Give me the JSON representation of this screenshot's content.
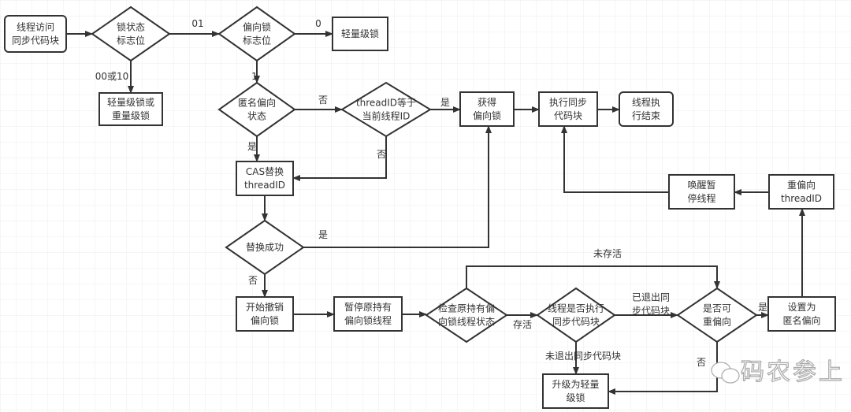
{
  "nodes": {
    "start": [
      "线程访问",
      "同步代码块"
    ],
    "lock_flag": [
      "锁状态",
      "标志位"
    ],
    "bias_flag": [
      "偏向锁",
      "标志位"
    ],
    "lightweight": [
      "轻量级锁"
    ],
    "light_or_heavy": [
      "轻量级锁或",
      "重量级锁"
    ],
    "anon_bias": [
      "匿名偏向",
      "状态"
    ],
    "thread_eq": [
      "threadID等于",
      "当前线程ID"
    ],
    "acquire_bias": [
      "获得",
      "偏向锁"
    ],
    "exec_sync": [
      "执行同步",
      "代码块"
    ],
    "thread_end": [
      "线程执",
      "行结束"
    ],
    "cas_replace": [
      "CAS替换",
      "threadID"
    ],
    "replace_ok": [
      "替换成功"
    ],
    "revoke": [
      "开始撤销",
      "偏向锁"
    ],
    "pause_owner": [
      "暂停原持有",
      "偏向锁线程"
    ],
    "check_owner": [
      "检查原持有偏",
      "向锁线程状态"
    ],
    "in_sync": [
      "线程是否执行",
      "同步代码块"
    ],
    "rebias_ok": [
      "是否可",
      "重偏向"
    ],
    "set_anon": [
      "设置为",
      "匿名偏向"
    ],
    "rebias_tid": [
      "重偏向",
      "threadID"
    ],
    "wake_thread": [
      "唤醒暂",
      "停线程"
    ],
    "upgrade_light": [
      "升级为轻量",
      "级锁"
    ]
  },
  "edge_labels": {
    "l01": "01",
    "l0": "0",
    "l00or10": "00或10",
    "l1": "1",
    "anon_no": "否",
    "eq_yes": "是",
    "anon_yes": "是",
    "eq_no": "否",
    "ok_yes": "是",
    "ok_no": "否",
    "alive": "存活",
    "not_alive": "未存活",
    "exited": [
      "已退出同",
      "步代码块"
    ],
    "not_exited": "未退出同步代码块",
    "rebias_yes": "是",
    "rebias_no": "否"
  },
  "watermark": "码农参上",
  "colors": {
    "stroke": "#333333",
    "grid": "#e6e6e6",
    "background": "#ffffff"
  }
}
